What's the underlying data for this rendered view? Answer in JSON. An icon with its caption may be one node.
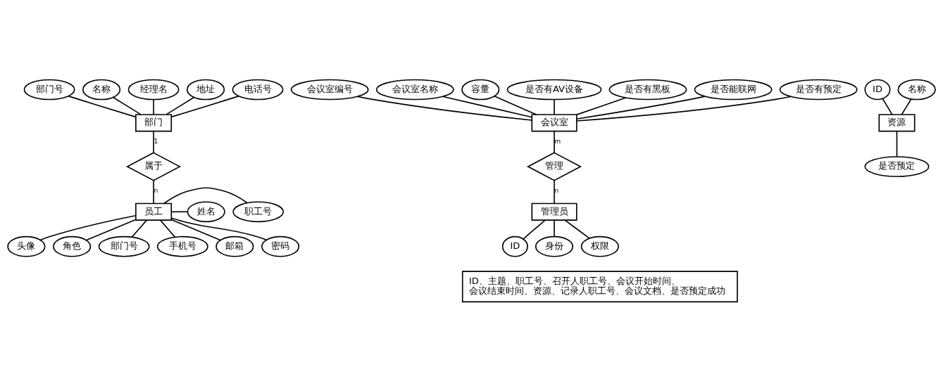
{
  "diagram": {
    "nodes": [
      {
        "text": [
          "部门"
        ]
      },
      {
        "text": [
          "部门号"
        ]
      },
      {
        "text": [
          "名称"
        ]
      },
      {
        "text": [
          "经理名"
        ]
      },
      {
        "text": [
          "地址"
        ]
      },
      {
        "text": [
          "电话号"
        ]
      },
      {
        "text": [
          "属于"
        ]
      },
      {
        "text": [
          "员工"
        ]
      },
      {
        "text": [
          "头像"
        ]
      },
      {
        "text": [
          "职工号"
        ]
      },
      {
        "text": [
          "角色"
        ]
      },
      {
        "text": [
          "部门号"
        ]
      },
      {
        "text": [
          "手机号"
        ]
      },
      {
        "text": [
          "邮箱"
        ]
      },
      {
        "text": [
          "姓名"
        ]
      },
      {
        "text": [
          "密码"
        ]
      },
      {
        "text": [
          "会议室"
        ]
      },
      {
        "text": [
          "会议室编号"
        ]
      },
      {
        "text": [
          "会议室名称"
        ]
      },
      {
        "text": [
          "容量"
        ]
      },
      {
        "text": [
          "是否有AV设备"
        ]
      },
      {
        "text": [
          "是否有黑板"
        ]
      },
      {
        "text": [
          "是否能联网"
        ]
      },
      {
        "text": [
          "是否有预定"
        ]
      },
      {
        "text": [
          "管理"
        ]
      },
      {
        "text": [
          "管理员"
        ]
      },
      {
        "text": [
          "ID"
        ]
      },
      {
        "text": [
          "身份"
        ]
      },
      {
        "text": [
          "权限"
        ]
      },
      {
        "text": [
          "资源"
        ]
      },
      {
        "text": [
          "ID"
        ]
      },
      {
        "text": [
          "名称"
        ]
      },
      {
        "text": [
          "是否预定"
        ]
      },
      {
        "text": [
          "ID、主题、职工号、召开人职工号、会议开始时间、会议结束时间、资源、记录人职工号、会议文档、是否预定成功"
        ]
      }
    ],
    "edges": [
      {
        "from": 1,
        "to": 0,
        "arrow": "none"
      },
      {
        "from": 2,
        "to": 0,
        "arrow": "none"
      },
      {
        "from": 3,
        "to": 0,
        "arrow": "none"
      },
      {
        "from": 4,
        "to": 0,
        "arrow": "none"
      },
      {
        "from": 5,
        "to": 0,
        "arrow": "none"
      },
      {
        "from": 0,
        "to": 6,
        "arrow": "none",
        "label": "1"
      },
      {
        "from": 6,
        "to": 7,
        "arrow": "none",
        "label": "n"
      },
      {
        "from": 7,
        "to": 8,
        "arrow": "none"
      },
      {
        "from": 7,
        "to": 9,
        "arrow": "none"
      },
      {
        "from": 7,
        "to": 10,
        "arrow": "none"
      },
      {
        "from": 7,
        "to": 11,
        "arrow": "none"
      },
      {
        "from": 7,
        "to": 12,
        "arrow": "none"
      },
      {
        "from": 7,
        "to": 13,
        "arrow": "none"
      },
      {
        "from": 7,
        "to": 14,
        "arrow": "none"
      },
      {
        "from": 7,
        "to": 15,
        "arrow": "none"
      },
      {
        "from": 17,
        "to": 16,
        "arrow": "none"
      },
      {
        "from": 18,
        "to": 16,
        "arrow": "none"
      },
      {
        "from": 19,
        "to": 16,
        "arrow": "none"
      },
      {
        "from": 20,
        "to": 16,
        "arrow": "none"
      },
      {
        "from": 21,
        "to": 16,
        "arrow": "none"
      },
      {
        "from": 22,
        "to": 16,
        "arrow": "none"
      },
      {
        "from": 23,
        "to": 16,
        "arrow": "none"
      },
      {
        "from": 16,
        "to": 24,
        "arrow": "none",
        "label": "m"
      },
      {
        "from": 24,
        "to": 25,
        "arrow": "none",
        "label": "n"
      },
      {
        "from": 25,
        "to": 26,
        "arrow": "none"
      },
      {
        "from": 25,
        "to": 27,
        "arrow": "none"
      },
      {
        "from": 25,
        "to": 28,
        "arrow": "none"
      },
      {
        "from": 30,
        "to": 29,
        "arrow": "none"
      },
      {
        "from": 31,
        "to": 29,
        "arrow": "none"
      },
      {
        "from": 29,
        "to": 32,
        "arrow": "none"
      }
    ]
  }
}
